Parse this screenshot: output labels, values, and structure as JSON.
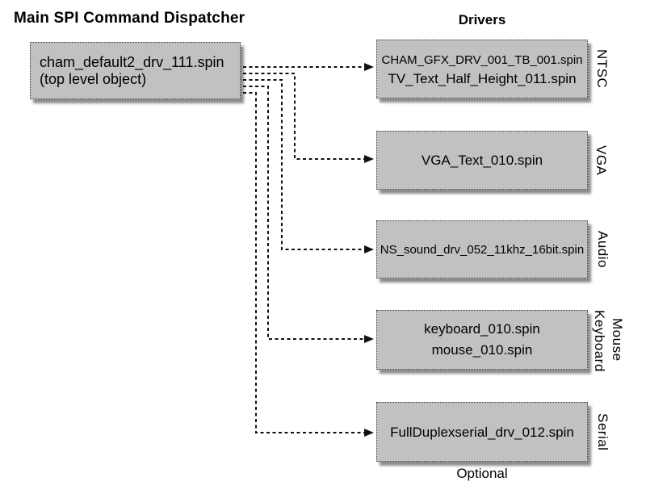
{
  "headings": {
    "left": "Main SPI Command Dispatcher",
    "right": "Drivers"
  },
  "dispatcher": {
    "lines": [
      "cham_default2_drv_111.spin",
      "(top level object)"
    ]
  },
  "drivers": [
    {
      "files": [
        "CHAM_GFX_DRV_001_TB_001.spin",
        "TV_Text_Half_Height_011.spin"
      ],
      "side_label": "NTSC"
    },
    {
      "files": [
        "VGA_Text_010.spin"
      ],
      "side_label": "VGA"
    },
    {
      "files": [
        "NS_sound_drv_052_11khz_16bit.spin"
      ],
      "side_label": "Audio"
    },
    {
      "files": [
        "keyboard_010.spin",
        "mouse_010.spin"
      ],
      "side_labels": [
        "Keyboard",
        "Mouse"
      ]
    },
    {
      "files": [
        "FullDuplexserial_drv_012.spin"
      ],
      "side_label": "Serial"
    }
  ],
  "footer": {
    "optional": "Optional"
  },
  "colors": {
    "background": "#ffffff",
    "box_fill": "#c1c1c1",
    "box_border": "#3c3c3c",
    "connector": "#111111",
    "text": "#000000"
  }
}
